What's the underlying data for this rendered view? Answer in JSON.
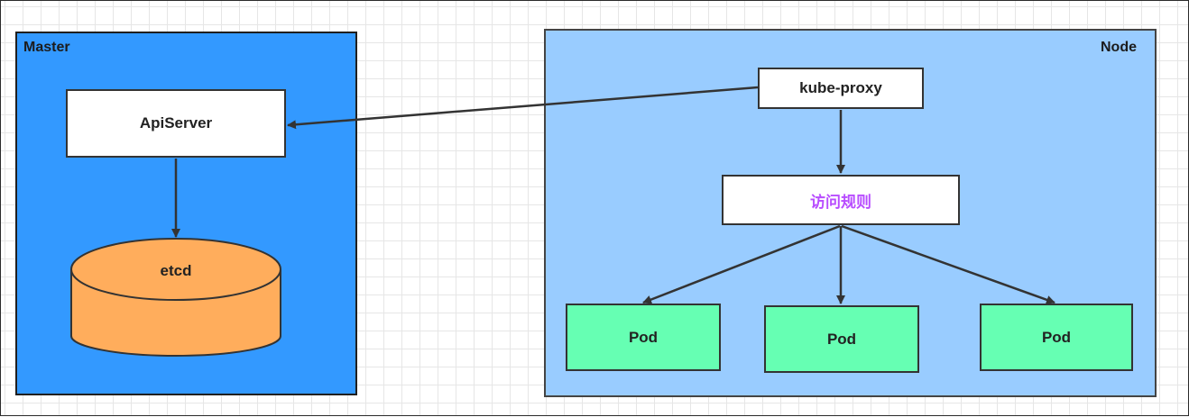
{
  "master": {
    "label": "Master",
    "apiserver_label": "ApiServer",
    "etcd_label": "etcd"
  },
  "node": {
    "label": "Node",
    "kube_proxy_label": "kube-proxy",
    "rules_label": "访问规则",
    "pods": [
      "Pod",
      "Pod",
      "Pod"
    ]
  },
  "colors": {
    "master_fill": "#3399ff",
    "node_fill": "#99ccff",
    "etcd_fill": "#ffad5c",
    "pod_fill": "#66ffb3",
    "rules_text": "#b84dff"
  }
}
